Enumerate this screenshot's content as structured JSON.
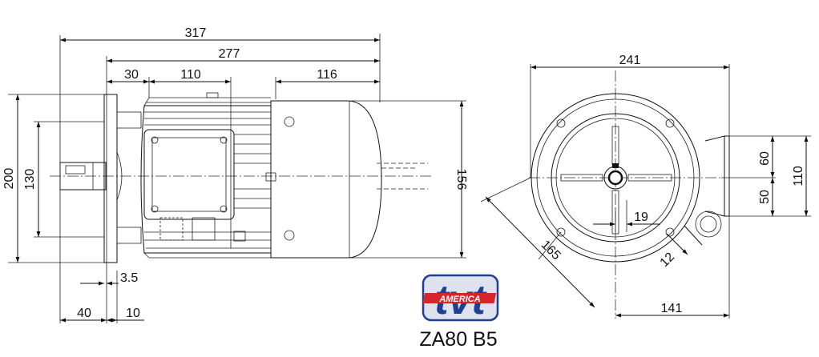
{
  "dimensions": {
    "d317": "317",
    "d277": "277",
    "d30": "30",
    "d110": "110",
    "d116": "116",
    "d200": "200",
    "d130": "130",
    "d156": "156",
    "d3_5": "3.5",
    "d40": "40",
    "d10": "10",
    "d241": "241",
    "d60": "60",
    "d50": "50",
    "d110_side": "110",
    "d19": "19",
    "d165": "165",
    "d12": "12",
    "d141": "141"
  },
  "logo": {
    "letters": "tvt",
    "sub": "AMERICA",
    "colors": {
      "blue": "#1f3f95",
      "red": "#d6262b"
    }
  },
  "model": "ZA80 B5"
}
